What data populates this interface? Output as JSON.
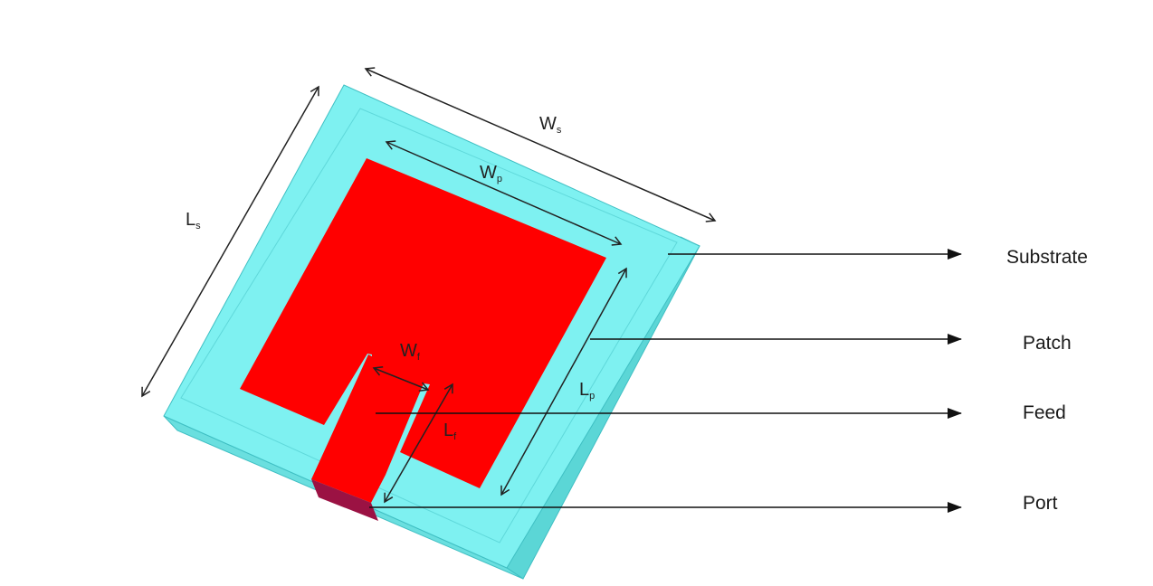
{
  "colors": {
    "substrate_top": "#7EF1F1",
    "substrate_side": "#5BD6D6",
    "substrate_edge": "#3FBFC3",
    "patch": "#FF0000",
    "port": "#9B1243",
    "line": "#111111"
  },
  "dimensions": {
    "ws": {
      "main": "W",
      "sub": "s"
    },
    "wp": {
      "main": "W",
      "sub": "p"
    },
    "ls": {
      "main": "L",
      "sub": "s"
    },
    "lp": {
      "main": "L",
      "sub": "p"
    },
    "wf": {
      "main": "W",
      "sub": "f"
    },
    "lf": {
      "main": "L",
      "sub": "f"
    }
  },
  "callouts": [
    {
      "label": "Substrate"
    },
    {
      "label": "Patch"
    },
    {
      "label": "Feed"
    },
    {
      "label": "Port"
    }
  ]
}
